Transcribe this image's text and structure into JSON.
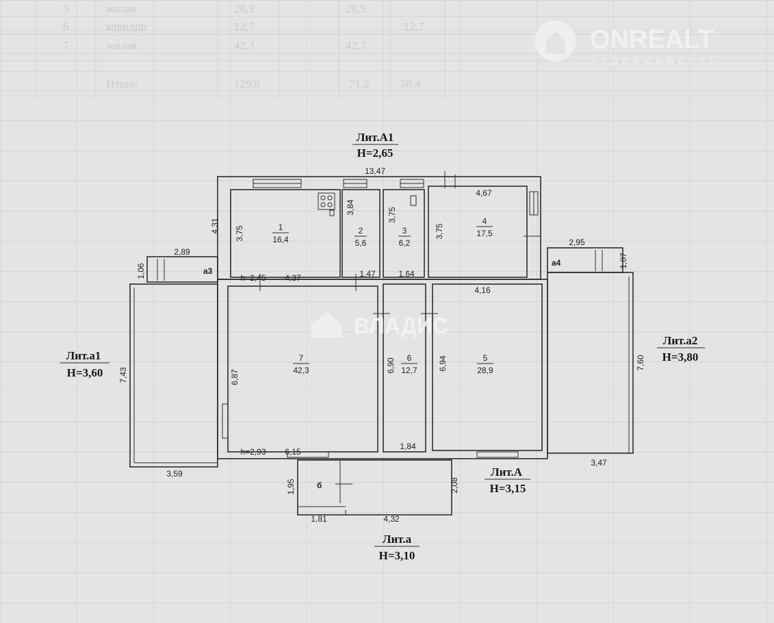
{
  "table": {
    "rows": [
      {
        "num": "5",
        "name": "жилая",
        "total": "28,9",
        "living": "28,9",
        "aux": ""
      },
      {
        "num": "6",
        "name": "коридор",
        "total": "12,7",
        "living": "",
        "aux": "12,7"
      },
      {
        "num": "7",
        "name": "жилая",
        "total": "42,3",
        "living": "42,3",
        "aux": ""
      }
    ],
    "total": {
      "label": "Итого:",
      "total": "129,6",
      "living": "71,2",
      "aux": "58,4"
    }
  },
  "watermarks": {
    "onrealt_name": "ONREALT",
    "onrealt_sub": "НЕДВИЖИМОСТЬ",
    "vladis": "ВЛАДИС"
  },
  "lit_labels": {
    "A1": {
      "name": "Лит.А1",
      "h": "H=2,65"
    },
    "a1": {
      "name": "Лит.а1",
      "h": "H=3,60"
    },
    "a2": {
      "name": "Лит.а2",
      "h": "H=3,80"
    },
    "A": {
      "name": "Лит.А",
      "h": "H=3,15"
    },
    "a": {
      "name": "Лит.а",
      "h": "H=3,10"
    }
  },
  "rooms": [
    {
      "num": "1",
      "area": "16,4"
    },
    {
      "num": "2",
      "area": "5,6"
    },
    {
      "num": "3",
      "area": "6,2"
    },
    {
      "num": "4",
      "area": "17,5"
    },
    {
      "num": "5",
      "area": "28,9"
    },
    {
      "num": "6",
      "area": "12,7"
    },
    {
      "num": "7",
      "area": "42,3"
    }
  ],
  "annex_labels": {
    "a3": "а3",
    "a4": "а4",
    "b": "б"
  },
  "dimensions": {
    "top": "13,47",
    "r1h": "3,75",
    "r1outer": "4,31",
    "r2h": "3,84",
    "r3h": "3,75",
    "r4h": "3,75",
    "r4w": "4,67",
    "a3w": "2,89",
    "a3h": "1,06",
    "h245": "h=2,45",
    "w437": "4,37",
    "w147": "1,47",
    "w164": "1,64",
    "a4w": "2,95",
    "a4h": "1,07",
    "w416": "4,16",
    "a1h": "7,43",
    "r7h": "6,87",
    "r6h": "6,90",
    "r5h": "6,94",
    "a2h": "7,60",
    "h293": "h=2,93",
    "w615": "6,15",
    "w184": "1,84",
    "a1w": "3,59",
    "a2w": "3,47",
    "bh": "1,95",
    "bh2": "2,08",
    "bw": "1,81",
    "bw2": "4,32"
  }
}
